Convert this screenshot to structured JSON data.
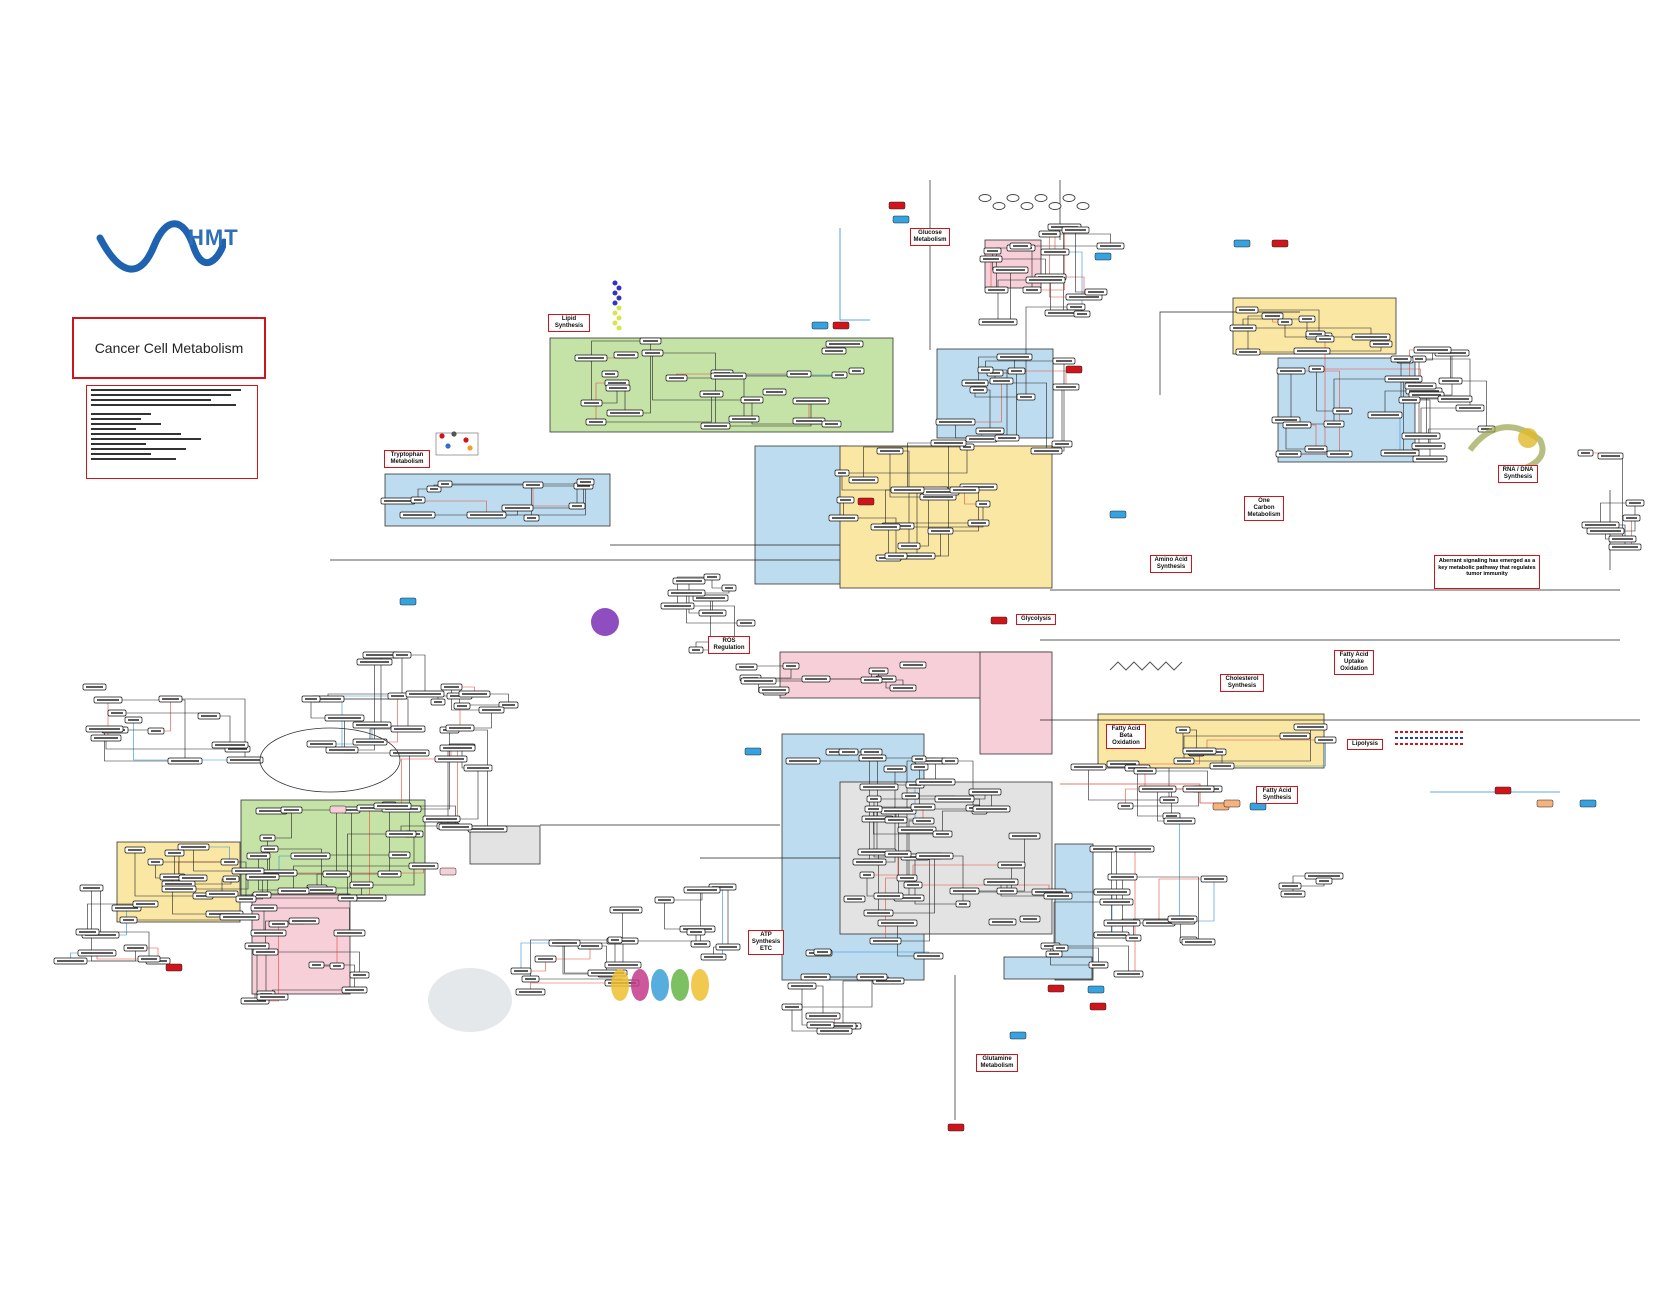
{
  "logo": {
    "text": "HMT",
    "wave_color": "#1f62b0"
  },
  "title": "Cancer Cell Metabolism",
  "colors": {
    "green": "#c5e3a6",
    "blue": "#bedcf0",
    "yellow": "#fbe7a4",
    "pink": "#f6cfd9",
    "grey": "#e3e3e3",
    "orange": "#f4b27d",
    "red": "#d0141c",
    "link_blue": "#2a8fd6",
    "node_blue": "#36a2e0"
  },
  "section_labels": [
    {
      "text": "Lipid Synthesis"
    },
    {
      "text": "Glucose Metabolism"
    },
    {
      "text": "Tryptophan Metabolism"
    },
    {
      "text": "ROS Regulation"
    },
    {
      "text": "Glycolysis"
    },
    {
      "text": "Amino Acid Synthesis"
    },
    {
      "text": "One Carbon Metabolism"
    },
    {
      "text": "Cholesterol Synthesis"
    },
    {
      "text": "Fatty Acid Uptake Oxidation"
    },
    {
      "text": "Lipolysis"
    },
    {
      "text": "Fatty Acid Synthesis"
    },
    {
      "text": "ATP Synthesis ETC"
    },
    {
      "text": "Glutamine Metabolism"
    },
    {
      "text": "Fatty Acid Beta Oxidation"
    },
    {
      "text": "RNA / DNA Synthesis"
    }
  ],
  "callout": {
    "text": "Aberrant signaling has emerged as a key metabolic pathway that regulates tumor immunity"
  }
}
